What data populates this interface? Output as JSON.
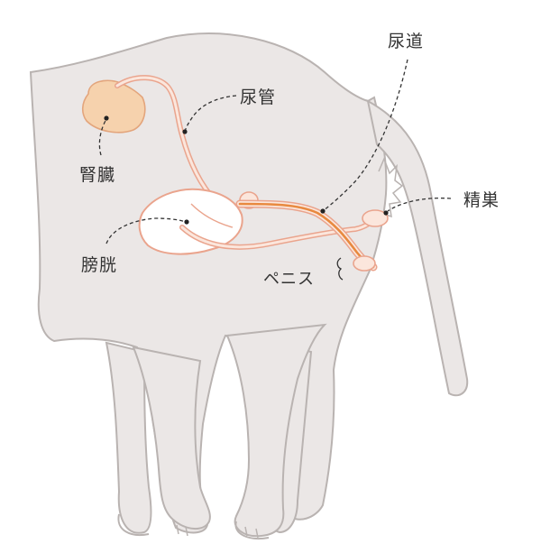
{
  "labels": {
    "urethra": "尿道",
    "ureter": "尿管",
    "kidney": "腎臓",
    "testis": "精巣",
    "bladder": "膀胱",
    "penis": "ペニス"
  },
  "colors": {
    "body_fill": "#ebe7e6",
    "body_outline": "#b9b3b1",
    "kidney_fill": "#f6d2ad",
    "kidney_outline": "#e3a57c",
    "tube_outline": "#eaa48d",
    "urethra_core": "#e8893f",
    "bladder_fill": "#ffffff",
    "text": "#333333"
  }
}
